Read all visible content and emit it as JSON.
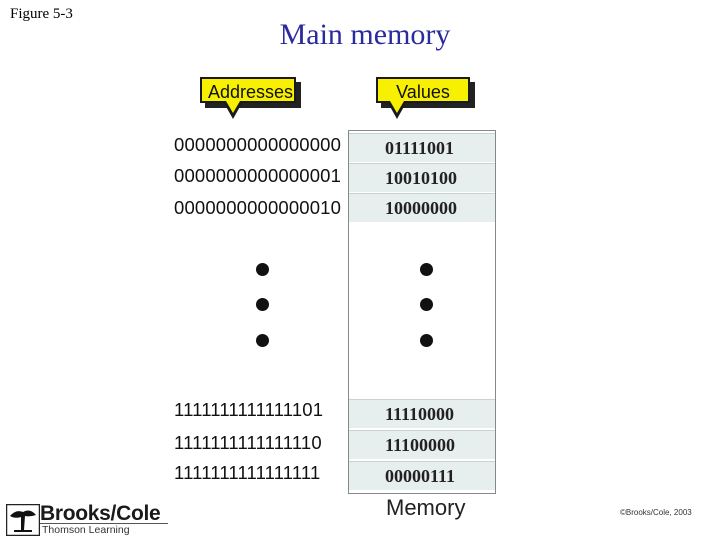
{
  "figure_label": "Figure 5-3",
  "title": "Main memory",
  "callouts": {
    "addresses": "Addresses",
    "values": "Values"
  },
  "addresses": {
    "top": [
      "0000000000000000",
      "0000000000000001",
      "0000000000000010"
    ],
    "bottom": [
      "1111111111111101",
      "1111111111111110",
      "1111111111111111"
    ]
  },
  "values": {
    "top": [
      "01111001",
      "10010100",
      "10000000"
    ],
    "bottom": [
      "11110000",
      "11100000",
      "00000111"
    ]
  },
  "memory_caption": "Memory",
  "footer": {
    "publisher": "Brooks/Cole",
    "publisher_sub": "Thomson Learning",
    "copyright": "©Brooks/Cole, 2003"
  },
  "colors": {
    "title": "#2b2b9e",
    "callout": "#f7f000",
    "cell": "#e6eeee"
  }
}
